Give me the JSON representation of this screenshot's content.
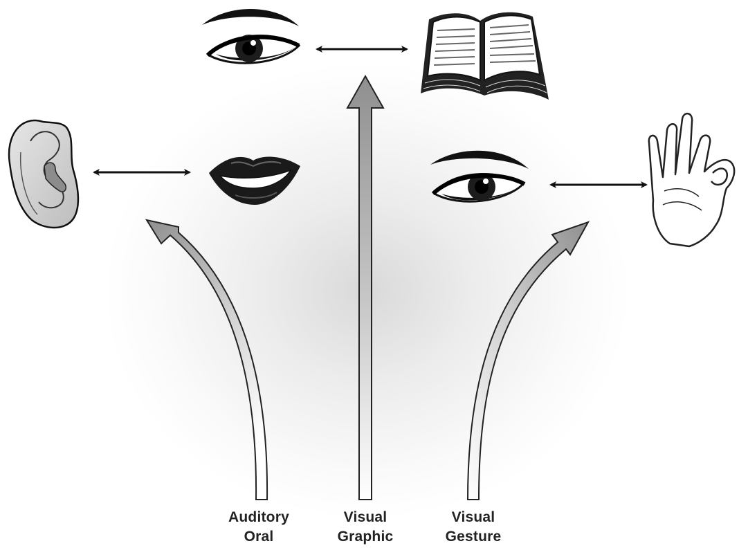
{
  "labels": {
    "auditory_oral": {
      "line1": "Auditory",
      "line2": "Oral"
    },
    "visual_graphic": {
      "line1": "Visual",
      "line2": "Graphic"
    },
    "visual_gesture": {
      "line1": "Visual",
      "line2": "Gesture"
    }
  },
  "icons": [
    "ear-icon",
    "mouth-icon",
    "eye-icon",
    "book-icon",
    "hand-icon"
  ],
  "colors": {
    "arrow_fill_dark": "#9a9a9a",
    "arrow_fill_light": "#ffffff",
    "outline": "#1a1a1a"
  }
}
